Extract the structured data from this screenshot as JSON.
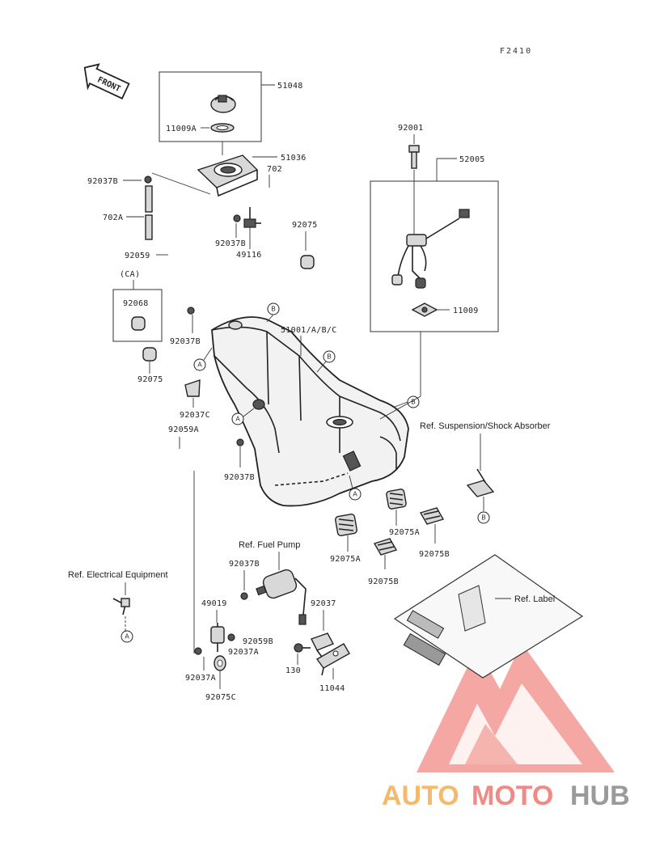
{
  "code": "F2410",
  "front_arrow": "FRONT",
  "labels": {
    "p51048": "51048",
    "p11009A": "11009A",
    "p51036": "51036",
    "p92037B_top": "92037B",
    "p702": "702",
    "p702A": "702A",
    "p92075_top": "92075",
    "p92037B_mid": "92037B",
    "p49116": "49116",
    "p92059": "92059",
    "pCA": "(CA)",
    "p92068": "92068",
    "p92037B_tank": "92037B",
    "p92075_left": "92075",
    "p92037C": "92037C",
    "p51001": "51001/A/B/C",
    "p92001": "92001",
    "p52005": "52005",
    "p11009": "11009",
    "p92059A": "92059A",
    "p92037B_low": "92037B",
    "p92075A_a": "92075A",
    "p92075A_b": "92075A",
    "p92075B_a": "92075B",
    "p92075B_b": "92075B",
    "p92037B_pump": "92037B",
    "p49019": "49019",
    "p92059B": "92059B",
    "p92037A_a": "92037A",
    "p92037A_b": "92037A",
    "p92075C": "92075C",
    "p92037": "92037",
    "p130": "130",
    "p11044": "11044"
  },
  "refs": {
    "suspension": "Ref. Suspension/Shock Absorber",
    "fuel_pump": "Ref. Fuel Pump",
    "electrical": "Ref. Electrical Equipment",
    "label": "Ref. Label"
  },
  "markers": {
    "A": "A",
    "B": "B"
  },
  "watermark": {
    "part1": "AUTO",
    "part2": "MOTO",
    "part3": "HUB",
    "color_orange": "#f5b96a",
    "color_red": "#f08a84",
    "color_grey": "#9a9a9a"
  }
}
